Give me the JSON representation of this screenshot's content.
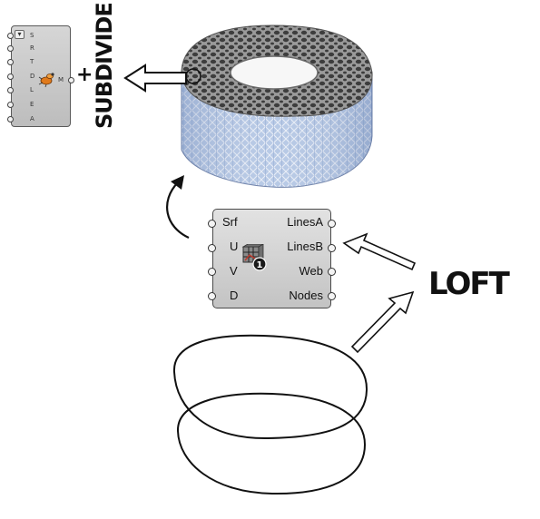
{
  "subdivide_component": {
    "inputs": [
      "S",
      "R",
      "T",
      "D",
      "L",
      "E",
      "A"
    ],
    "output": "M"
  },
  "plus_sign": "+",
  "subdivide_label": "SUBDIVIDE",
  "lattice_component": {
    "inputs": [
      "Srf",
      "U",
      "V",
      "D"
    ],
    "outputs": [
      "LinesA",
      "LinesB",
      "Web",
      "Nodes"
    ],
    "icon_badge": "1"
  },
  "loft_label": "LOFT",
  "colors": {
    "lattice_inner": "#8c8c8c",
    "lattice_outer": "#b9cbe6",
    "component_body": "#cccccc"
  }
}
